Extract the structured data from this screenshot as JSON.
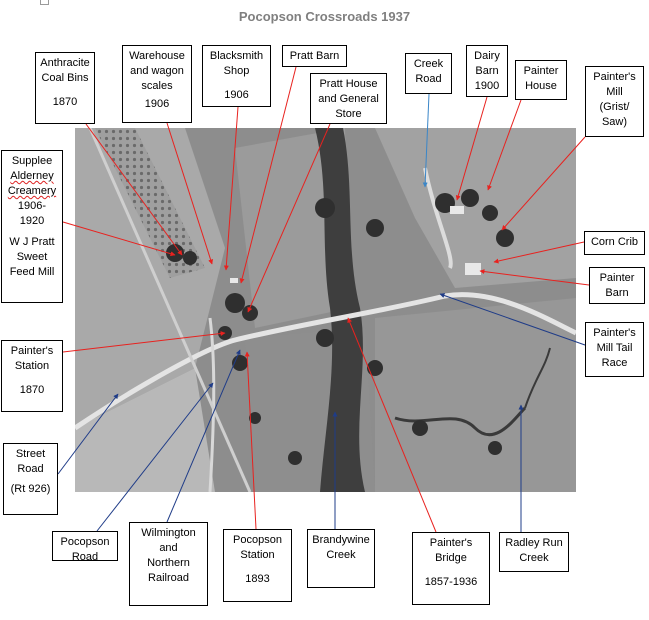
{
  "title": "Pocopson Crossroads 1937",
  "colors": {
    "red_leader": "#e8221f",
    "blue_leader": "#1f3c88",
    "light_blue_leader": "#3a86c8",
    "title_gray": "#7f7f7f"
  },
  "labels": {
    "anthracite": {
      "l1": "Anthracite",
      "l2": "Coal Bins",
      "l3": "1870"
    },
    "warehouse": {
      "l1": "Warehouse",
      "l2": "and wagon",
      "l3": "scales",
      "l4": "1906"
    },
    "blacksmith": {
      "l1": "Blacksmith",
      "l2": "Shop",
      "l3": "1906"
    },
    "pratt_barn": {
      "l1": "Pratt Barn"
    },
    "pratt_house": {
      "l1": "Pratt House",
      "l2": "and General",
      "l3": "Store"
    },
    "creek_road": {
      "l1": "Creek",
      "l2": "Road"
    },
    "dairy_barn": {
      "l1": "Dairy",
      "l2": "Barn",
      "l3": "1900"
    },
    "painter_house": {
      "l1": "Painter",
      "l2": "House"
    },
    "painters_mill": {
      "l1": "Painter's",
      "l2": "Mill",
      "l3": "(Grist/",
      "l4": "Saw)"
    },
    "supplee": {
      "l1": "Supplee",
      "l2": "Alderney",
      "l3": "Creamery",
      "l4": "1906-",
      "l5": "1920",
      "l6": "W J Pratt",
      "l7": "Sweet",
      "l8": "Feed Mill"
    },
    "corn_crib": {
      "l1": "Corn Crib"
    },
    "painter_barn": {
      "l1": "Painter",
      "l2": "Barn"
    },
    "painters_station": {
      "l1": "Painter's",
      "l2": "Station",
      "l3": "1870"
    },
    "tail_race": {
      "l1": "Painter's",
      "l2": "Mill Tail",
      "l3": "Race"
    },
    "street_road": {
      "l1": "Street",
      "l2": "Road",
      "l3": "(Rt 926)"
    },
    "pocopson_road": {
      "l1": "Pocopson",
      "l2": "Road"
    },
    "wilmington": {
      "l1": "Wilmington",
      "l2": "and",
      "l3": "Northern",
      "l4": "Railroad"
    },
    "pocopson_station": {
      "l1": "Pocopson",
      "l2": "Station",
      "l3": "1893"
    },
    "brandywine": {
      "l1": "Brandywine",
      "l2": "Creek"
    },
    "painters_bridge": {
      "l1": "Painter's",
      "l2": "Bridge",
      "l3": "1857-1936"
    },
    "radley": {
      "l1": "Radley Run",
      "l2": "Creek"
    }
  }
}
